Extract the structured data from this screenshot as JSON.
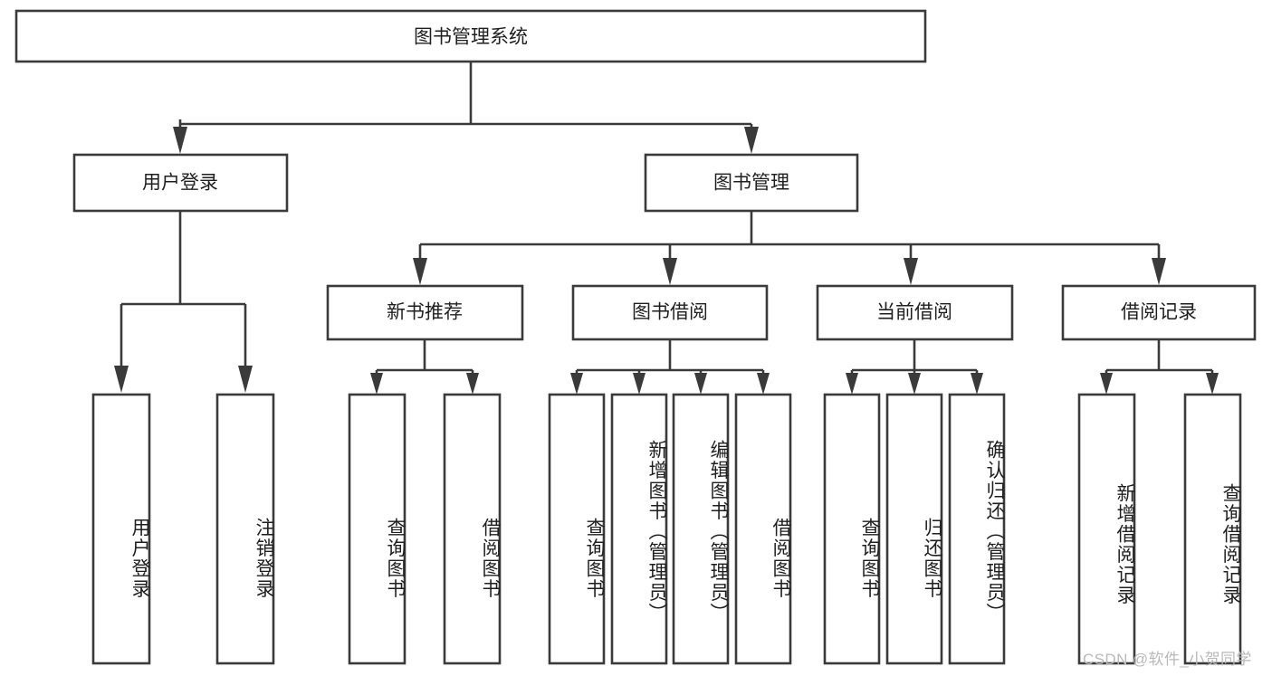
{
  "diagram": {
    "type": "tree-hierarchy-chart",
    "title": "图书管理系统",
    "orientation": "top-down",
    "box_fill": "#ffffff",
    "box_stroke": "#3a3a3a",
    "connector_color": "#3a3a3a",
    "text_color": "#1f1f1f",
    "background": "#ffffff"
  },
  "root": {
    "label": "图书管理系统"
  },
  "level2": [
    {
      "label": "用户登录"
    },
    {
      "label": "图书管理"
    }
  ],
  "level3": [
    {
      "label": "新书推荐"
    },
    {
      "label": "图书借阅"
    },
    {
      "label": "当前借阅"
    },
    {
      "label": "借阅记录"
    }
  ],
  "leaves": {
    "user_login": [
      {
        "label": "用户登录"
      },
      {
        "label": "注销登录"
      }
    ],
    "new_book_recommend": [
      {
        "label": "查询图书"
      },
      {
        "label": "借阅图书"
      }
    ],
    "book_borrow": [
      {
        "label": "查询图书"
      },
      {
        "label": "新增图书（管理员）"
      },
      {
        "label": "编辑图书（管理员）"
      },
      {
        "label": "借阅图书"
      }
    ],
    "current_borrow": [
      {
        "label": "查询图书"
      },
      {
        "label": "归还图书"
      },
      {
        "label": "确认归还（管理员）"
      }
    ],
    "borrow_record": [
      {
        "label": "新增借阅记录"
      },
      {
        "label": "查询借阅记录"
      }
    ]
  },
  "watermark": {
    "text": "CSDN @软件_小贺同学"
  }
}
